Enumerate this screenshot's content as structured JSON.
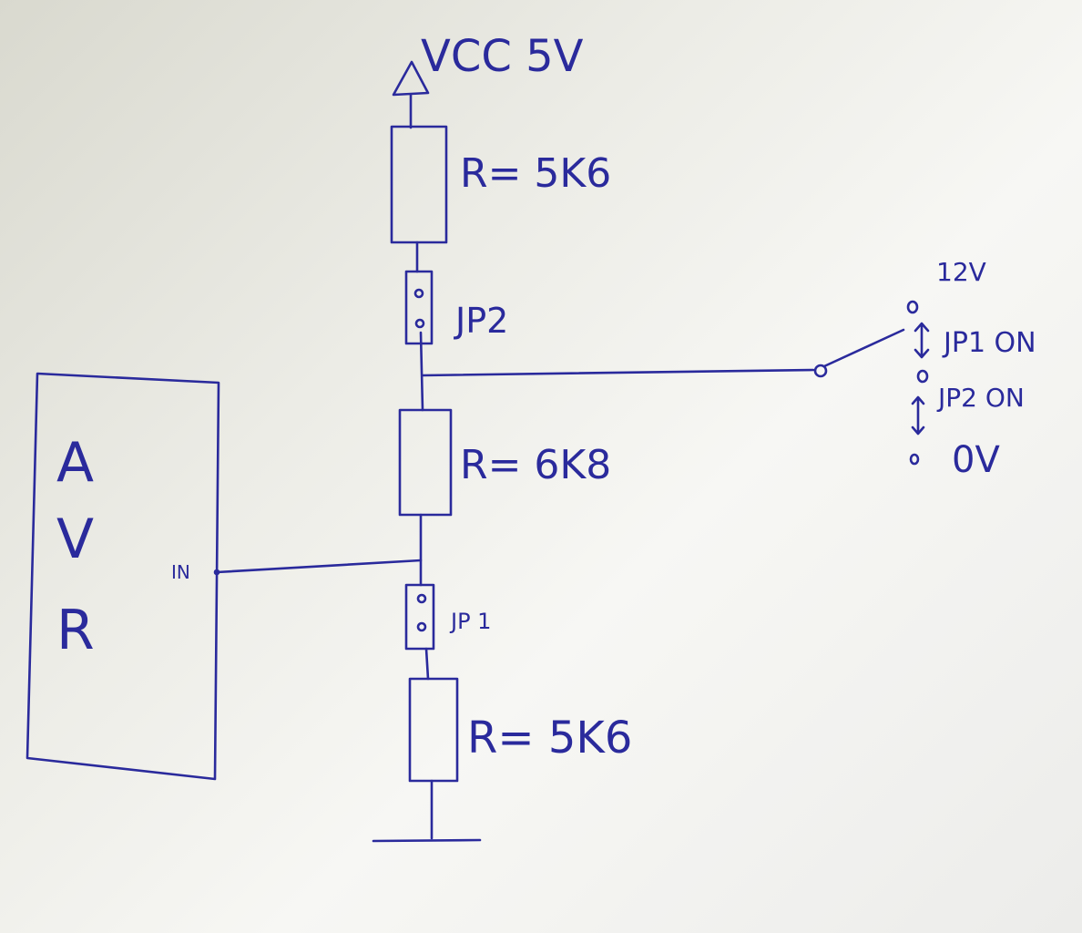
{
  "ink_color": "#2a2a9c",
  "paper_color": "#eeeee8",
  "supply": {
    "label": "VCC 5V"
  },
  "resistors": [
    {
      "label": "R= 5K6"
    },
    {
      "label": "R= 6K8"
    },
    {
      "label": "R= 5K6"
    }
  ],
  "jumpers": {
    "jp2_label": "JP2",
    "jp1_label": "JP 1"
  },
  "avr": {
    "letters": [
      "A",
      "V",
      "R"
    ],
    "pin_label": "IN"
  },
  "selector": {
    "top_label": "12V",
    "jp1_label": "JP1 ON",
    "jp2_label": "JP2 ON",
    "bottom_label": "0V"
  },
  "icons": {
    "supply": "vcc-arrow-icon",
    "ground": "ground-icon",
    "switch": "switch-icon"
  }
}
